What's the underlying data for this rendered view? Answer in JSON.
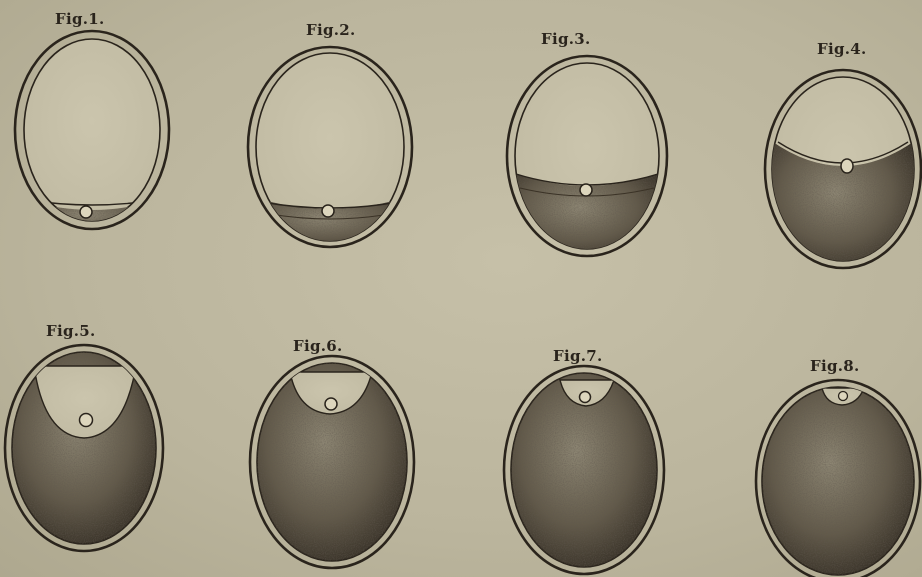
{
  "plate": {
    "background": "#bdb79f",
    "ink": "#2a241c",
    "figures": [
      {
        "label": "Fig.1."
      },
      {
        "label": "Fig.2."
      },
      {
        "label": "Fig.3."
      },
      {
        "label": "Fig.4."
      },
      {
        "label": "Fig.5."
      },
      {
        "label": "Fig.6."
      },
      {
        "label": "Fig.7."
      },
      {
        "label": "Fig.8."
      }
    ]
  }
}
